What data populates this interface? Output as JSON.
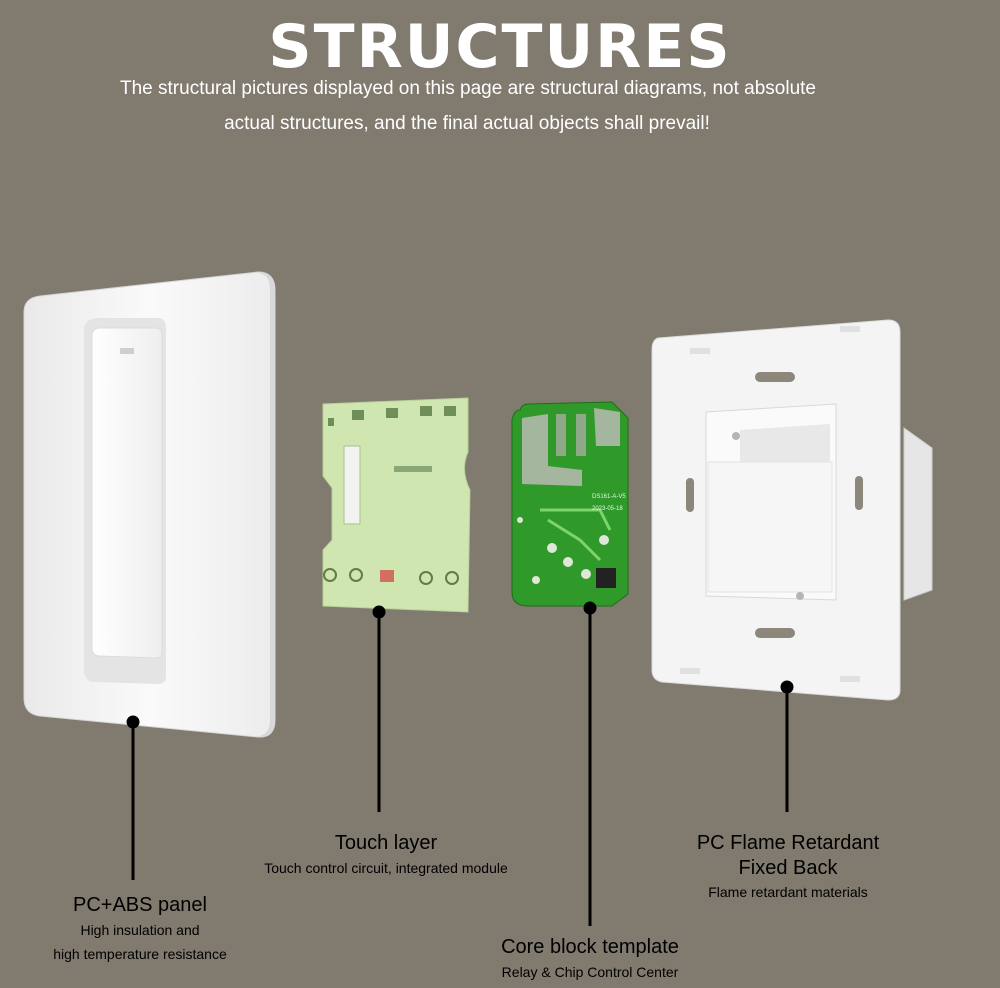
{
  "header": {
    "title": "STRUCTURES",
    "subtitle_line1": "The structural pictures displayed on this page are structural diagrams, not absolute",
    "subtitle_line2": "actual structures, and the final actual objects shall prevail!"
  },
  "components": [
    {
      "name": "PC+ABS panel",
      "desc": [
        "High insulation and",
        "high temperature resistance"
      ]
    },
    {
      "name": "Touch layer",
      "desc": [
        "Touch control circuit, integrated module"
      ]
    },
    {
      "name": "Core block template",
      "desc": [
        "Relay & Chip Control Center"
      ]
    },
    {
      "name": [
        "PC Flame Retardant",
        "Fixed Back"
      ],
      "desc": [
        "Flame retardant materials"
      ]
    }
  ],
  "pcb_text": {
    "model": "DS161-A-V5",
    "date": "2023-05-18"
  },
  "colors": {
    "background": "#807a6f",
    "panel": "#f7f7f7",
    "pcb_green": "#2f9a2a",
    "touch_board": "#cfe6b0",
    "leader_line": "#000000"
  }
}
